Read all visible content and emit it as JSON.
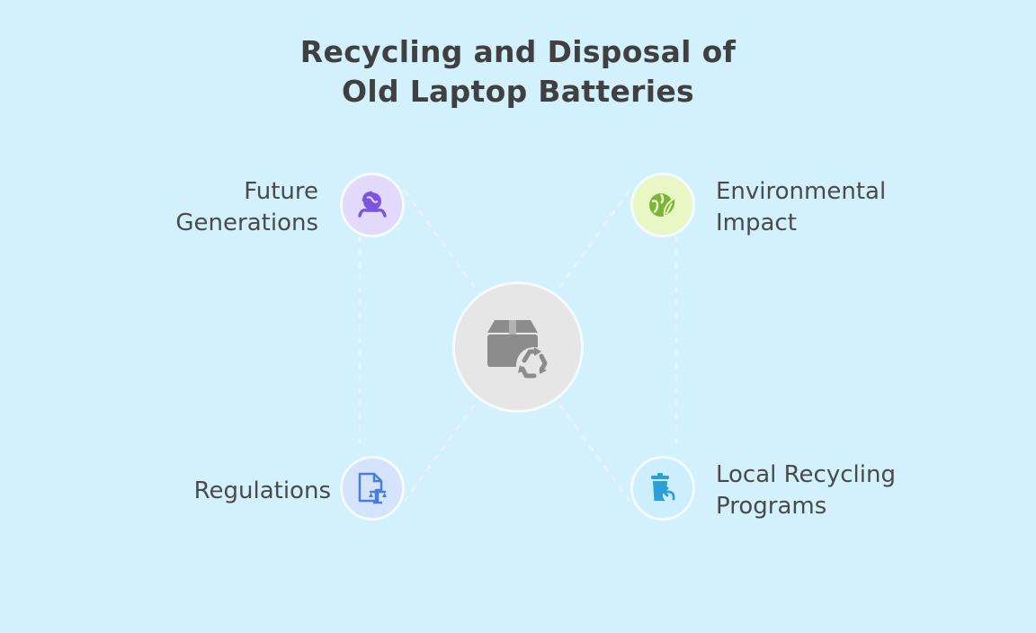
{
  "title": {
    "line1": "Recycling and Disposal of",
    "line2": "Old Laptop Batteries"
  },
  "center": {
    "icon": "box-recycle-icon",
    "color": "#e6e6e6"
  },
  "nodes": [
    {
      "id": "future-generations",
      "label_line1": "Future",
      "label_line2": "Generations",
      "icon": "globe-person-icon",
      "bg_color": "#e3d9fb",
      "icon_color": "#7a55e0"
    },
    {
      "id": "environmental-impact",
      "label_line1": "Environmental",
      "label_line2": "Impact",
      "icon": "globe-leaf-icon",
      "bg_color": "#e9f7c4",
      "icon_color": "#7cb43a"
    },
    {
      "id": "regulations",
      "label_line1": "Regulations",
      "icon": "document-scale-icon",
      "bg_color": "#d5e4fb",
      "icon_color": "#4a7de0"
    },
    {
      "id": "local-recycling-programs",
      "label_line1": "Local Recycling",
      "label_line2": "Programs",
      "icon": "trash-return-icon",
      "bg_color": "#cdeefd",
      "icon_color": "#2a9fd8"
    }
  ]
}
